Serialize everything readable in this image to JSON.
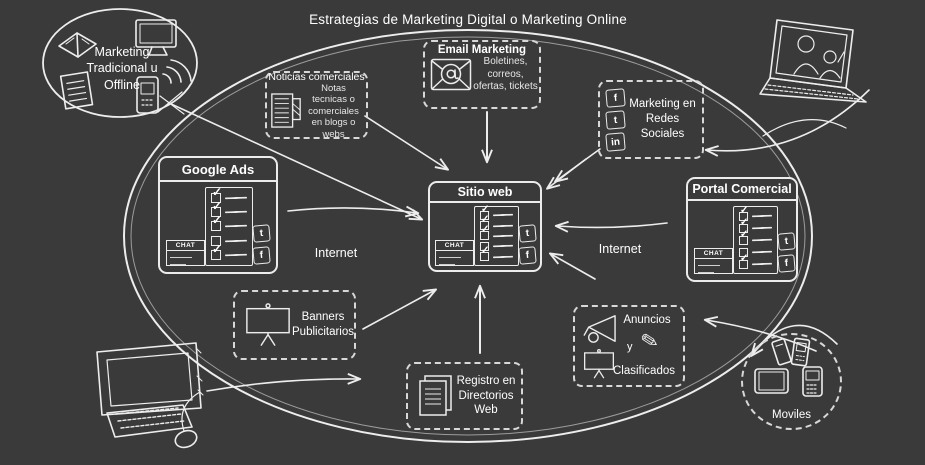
{
  "colors": {
    "background": "#3a3a3a",
    "ink": "#ececec"
  },
  "title": "Estrategias de Marketing Digital o Marketing Online",
  "offline": {
    "label": "Marketing Tradicional u Offline"
  },
  "internet": {
    "left": "Internet",
    "right": "Internet"
  },
  "glyphs": {
    "check": "✓",
    "pencil": "✎"
  },
  "social": {
    "facebook": "f",
    "twitter": "t",
    "linkedin": "in"
  },
  "chat": {
    "header": "CHAT"
  },
  "nodes": {
    "email": {
      "title": "Email Marketing",
      "desc": "Boletines, correos, ofertas, tickets"
    },
    "noticias": {
      "title": "Noticias comerciales",
      "desc": "Notas tecnicas o comerciales en blogs o webs"
    },
    "redes": {
      "label": "Marketing en Redes Sociales"
    },
    "google_ads": {
      "title": "Google Ads"
    },
    "sitio_web": {
      "title": "Sitio web"
    },
    "portal": {
      "title": "Portal Comercial"
    },
    "banners": {
      "label": "Banners Publicitarios"
    },
    "registro": {
      "label": "Registro en Directorios Web"
    },
    "anuncios": {
      "word1": "Anuncios",
      "word2": "y",
      "word3": "Clasificados"
    },
    "moviles": {
      "label": "Moviles"
    }
  }
}
